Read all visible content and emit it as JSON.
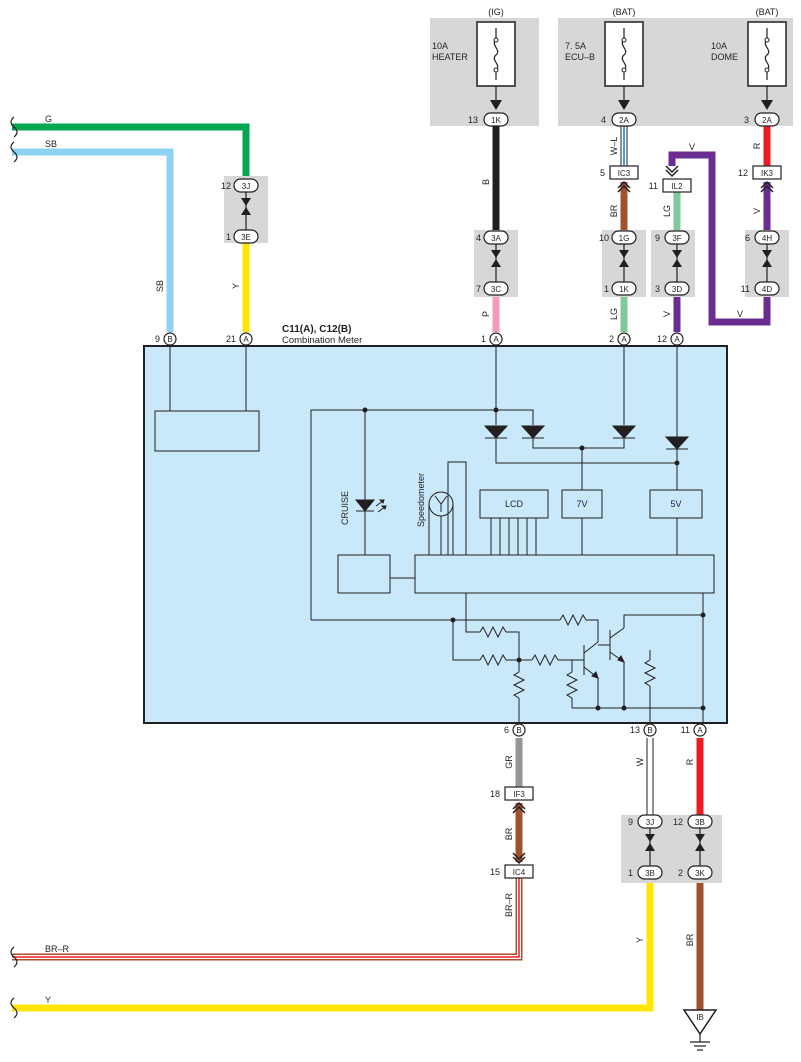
{
  "meter": {
    "title": "C11(A), C12(B)",
    "subtitle": "Combination Meter",
    "cruise_label": "CRUISE",
    "speedometer_label": "Speedometer",
    "lcd_label": "LCD",
    "v7_label": "7V",
    "v5_label": "5V"
  },
  "fuses": [
    {
      "source": "(IG)",
      "rating": "10A",
      "name": "HEATER",
      "pin": "13",
      "connector": "1K"
    },
    {
      "source": "(BAT)",
      "rating": "7. 5A",
      "name": "ECU–B",
      "pin": "4",
      "connector": "2A"
    },
    {
      "source": "(BAT)",
      "rating": "10A",
      "name": "DOME",
      "pin": "3",
      "connector": "2A"
    }
  ],
  "wires": {
    "g": "G",
    "sb_top": "SB",
    "sb": "SB",
    "y_left": "Y",
    "b": "B",
    "p": "P",
    "wl": "W–L",
    "br1": "BR",
    "lg1": "LG",
    "lg2": "LG",
    "v_top": "V",
    "v_mid": "V",
    "v_bottom": "V",
    "v_right": "V",
    "r_top": "R",
    "gr": "GR",
    "br2": "BR",
    "brr": "BR–R",
    "w": "W",
    "r_bottom": "R",
    "y_right": "Y",
    "br3": "BR",
    "brr_bottom": "BR–R",
    "y_bottom": "Y"
  },
  "connectors": {
    "j3j_top": {
      "pin": "12",
      "id": "3J"
    },
    "j3e": {
      "pin": "1",
      "id": "3E"
    },
    "j3a": {
      "pin": "4",
      "id": "3A"
    },
    "j3c": {
      "pin": "7",
      "id": "3C"
    },
    "ic3": {
      "pin": "5",
      "id": "IC3"
    },
    "j1g": {
      "pin": "10",
      "id": "1G"
    },
    "j1k": {
      "pin": "1",
      "id": "1K"
    },
    "il2": {
      "pin": "11",
      "id": "IL2"
    },
    "j3f": {
      "pin": "9",
      "id": "3F"
    },
    "j3d": {
      "pin": "3",
      "id": "3D"
    },
    "ik3": {
      "pin": "12",
      "id": "IK3"
    },
    "j4h": {
      "pin": "6",
      "id": "4H"
    },
    "j4d": {
      "pin": "11",
      "id": "4D"
    },
    "if3": {
      "pin": "18",
      "id": "IF3"
    },
    "ic4": {
      "pin": "15",
      "id": "IC4"
    },
    "j3j_bot": {
      "pin": "9",
      "id": "3J"
    },
    "j3b_top": {
      "pin": "12",
      "id": "3B"
    },
    "j3b_bot": {
      "pin": "1",
      "id": "3B"
    },
    "j3k": {
      "pin": "2",
      "id": "3K"
    }
  },
  "meter_pins": {
    "p9b": {
      "pin": "9",
      "id": "B"
    },
    "p21a": {
      "pin": "21",
      "id": "A"
    },
    "p1a": {
      "pin": "1",
      "id": "A"
    },
    "p2a": {
      "pin": "2",
      "id": "A"
    },
    "p12a": {
      "pin": "12",
      "id": "A"
    },
    "p6b": {
      "pin": "6",
      "id": "B"
    },
    "p13b": {
      "pin": "13",
      "id": "B"
    },
    "p11a": {
      "pin": "11",
      "id": "A"
    }
  },
  "ground": {
    "id": "IB"
  },
  "colors": {
    "green": "#00a651",
    "skyblue": "#8fd3f4",
    "yellow": "#ffe600",
    "black": "#231f20",
    "pink": "#f49ac1",
    "brown": "#a0522d",
    "lightgreen": "#7fc99b",
    "violet": "#6a2c91",
    "red": "#ed1c24",
    "gray": "#939598",
    "meter_fill": "#c9e8f9",
    "gray_box": "#d7d7d7"
  }
}
